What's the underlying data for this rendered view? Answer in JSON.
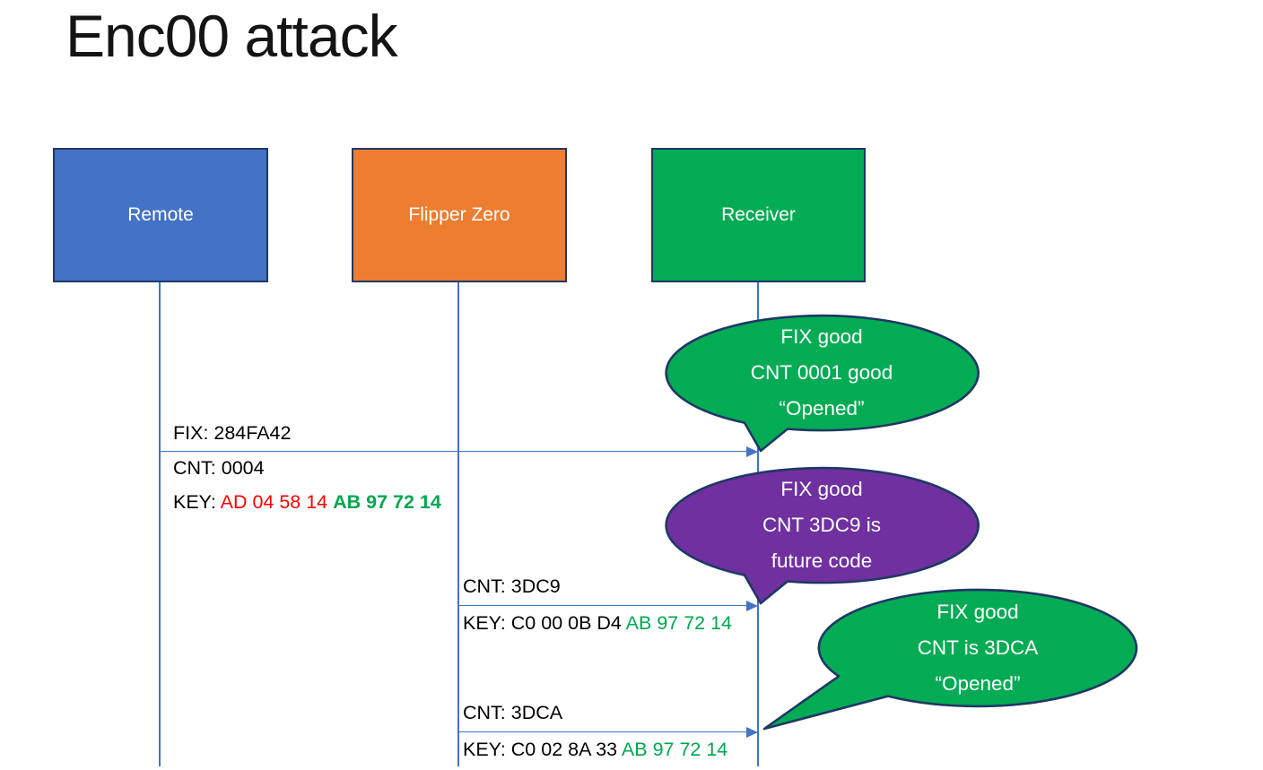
{
  "slide": {
    "title": "Enc00 attack"
  },
  "actors": {
    "remote": {
      "label": "Remote",
      "fill": "#4472C4"
    },
    "flipper": {
      "label": "Flipper Zero",
      "fill": "#ED7D31"
    },
    "receiver": {
      "label": "Receiver",
      "fill": "#04AB55"
    }
  },
  "messages": {
    "m1": {
      "from": "Remote",
      "to": "Receiver",
      "fix": "FIX: 284FA42",
      "cnt": "CNT: 0004",
      "key_label": "KEY: ",
      "key_red": "AD 04 58 14 ",
      "key_green": "AB 97 72 14"
    },
    "m2": {
      "from": "Flipper Zero",
      "to": "Receiver",
      "cnt": "CNT: 3DC9",
      "key_black": "KEY: C0 00 0B D4 ",
      "key_green": "AB 97 72 14"
    },
    "m3": {
      "from": "Flipper Zero",
      "to": "Receiver",
      "cnt": "CNT: 3DCA",
      "key_black": "KEY: C0 02 8A 33 ",
      "key_green": "AB 97 72 14"
    }
  },
  "callouts": {
    "c1": {
      "fill": "#04AB55",
      "line1": "FIX good",
      "line2": "CNT 0001 good",
      "line3": "“Opened”"
    },
    "c2": {
      "fill": "#7030A0",
      "line1": "FIX good",
      "line2": "CNT 3DC9 is",
      "line3": "future code"
    },
    "c3": {
      "fill": "#04AB55",
      "line1": "FIX good",
      "line2": "CNT is 3DCA",
      "line3": "“Opened”"
    }
  },
  "colors": {
    "actor_border": "#1F3864",
    "callout_border": "#1F3864",
    "arrow_blue": "#4472C4",
    "key_red": "#FF0000",
    "key_green": "#00A64F",
    "text_black": "#000000",
    "white": "#FFFFFF"
  }
}
